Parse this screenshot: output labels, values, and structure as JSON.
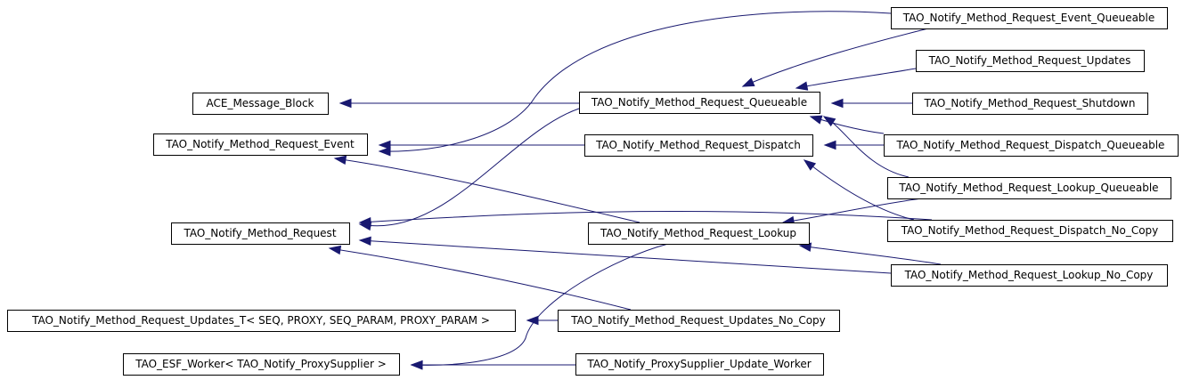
{
  "diagram": {
    "type": "inheritance-graph",
    "colors": {
      "edge": "#191970",
      "node_border": "#000000",
      "node_fill": "#ffffff",
      "text": "#000000"
    },
    "nodes": [
      {
        "id": "ace_message_block",
        "label": "ACE_Message_Block"
      },
      {
        "id": "method_request_event",
        "label": "TAO_Notify_Method_Request_Event"
      },
      {
        "id": "method_request",
        "label": "TAO_Notify_Method_Request"
      },
      {
        "id": "updates_t",
        "label": "TAO_Notify_Method_Request_Updates_T< SEQ, PROXY, SEQ_PARAM, PROXY_PARAM >"
      },
      {
        "id": "esf_worker",
        "label": "TAO_ESF_Worker< TAO_Notify_ProxySupplier >"
      },
      {
        "id": "queueable",
        "label": "TAO_Notify_Method_Request_Queueable"
      },
      {
        "id": "dispatch",
        "label": "TAO_Notify_Method_Request_Dispatch"
      },
      {
        "id": "lookup",
        "label": "TAO_Notify_Method_Request_Lookup"
      },
      {
        "id": "updates_no_copy",
        "label": "TAO_Notify_Method_Request_Updates_No_Copy"
      },
      {
        "id": "proxysupplier_update_worker",
        "label": "TAO_Notify_ProxySupplier_Update_Worker"
      },
      {
        "id": "event_queueable",
        "label": "TAO_Notify_Method_Request_Event_Queueable"
      },
      {
        "id": "updates",
        "label": "TAO_Notify_Method_Request_Updates"
      },
      {
        "id": "shutdown",
        "label": "TAO_Notify_Method_Request_Shutdown"
      },
      {
        "id": "dispatch_queueable",
        "label": "TAO_Notify_Method_Request_Dispatch_Queueable"
      },
      {
        "id": "lookup_queueable",
        "label": "TAO_Notify_Method_Request_Lookup_Queueable"
      },
      {
        "id": "dispatch_no_copy",
        "label": "TAO_Notify_Method_Request_Dispatch_No_Copy"
      },
      {
        "id": "lookup_no_copy",
        "label": "TAO_Notify_Method_Request_Lookup_No_Copy"
      }
    ],
    "edges": [
      {
        "from": "queueable",
        "to": "ace_message_block"
      },
      {
        "from": "queueable",
        "to": "method_request"
      },
      {
        "from": "dispatch",
        "to": "method_request_event"
      },
      {
        "from": "lookup",
        "to": "method_request_event"
      },
      {
        "from": "event_queueable",
        "to": "method_request_event"
      },
      {
        "from": "event_queueable",
        "to": "queueable"
      },
      {
        "from": "updates",
        "to": "queueable"
      },
      {
        "from": "shutdown",
        "to": "queueable"
      },
      {
        "from": "dispatch_queueable",
        "to": "queueable"
      },
      {
        "from": "dispatch_queueable",
        "to": "dispatch"
      },
      {
        "from": "lookup_queueable",
        "to": "queueable"
      },
      {
        "from": "lookup_queueable",
        "to": "lookup"
      },
      {
        "from": "dispatch_no_copy",
        "to": "method_request"
      },
      {
        "from": "dispatch_no_copy",
        "to": "dispatch"
      },
      {
        "from": "lookup_no_copy",
        "to": "method_request"
      },
      {
        "from": "lookup_no_copy",
        "to": "lookup"
      },
      {
        "from": "updates_no_copy",
        "to": "method_request"
      },
      {
        "from": "updates_no_copy",
        "to": "updates_t"
      },
      {
        "from": "proxysupplier_update_worker",
        "to": "esf_worker"
      },
      {
        "from": "lookup",
        "to": "esf_worker"
      }
    ]
  }
}
